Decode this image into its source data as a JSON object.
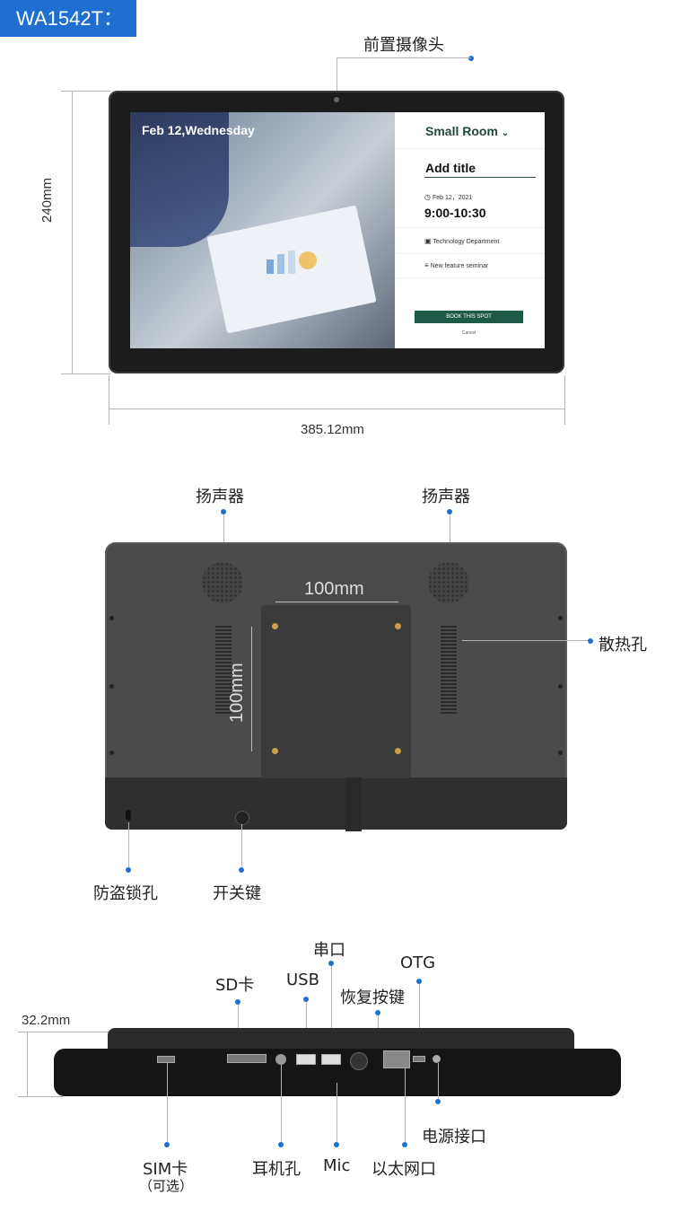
{
  "model": "WA1542T：",
  "front": {
    "camera_label": "前置摄像头",
    "height_dim": "240mm",
    "width_dim": "385.12mm",
    "screen": {
      "hero_date": "Feb 12,Wednesday",
      "room": "Small Room",
      "room_chevron": "⌄",
      "add_title": "Add title",
      "date": "Feb 12，2021",
      "time": "9:00-10:30",
      "department": "Technology Department",
      "seminar": "New feature seminar",
      "book_button": "BOOK THIS SPOT",
      "cancel": "Cancel"
    }
  },
  "back": {
    "speaker_left": "扬声器",
    "speaker_right": "扬声器",
    "vesa_h": "100mm",
    "vesa_v": "100mm",
    "vent_label": "散热孔",
    "lock_label": "防盗锁孔",
    "power_key_label": "开关键"
  },
  "bottom": {
    "thickness": "32.2mm",
    "labels_top": {
      "serial": "串口",
      "otg": "OTG",
      "usb": "USB",
      "sd": "SD卡",
      "reset": "恢复按键"
    },
    "labels_bottom": {
      "power_port": "电源接口",
      "sim": "SIM卡",
      "sim_optional": "（可选）",
      "earphone": "耳机孔",
      "mic": "Mic",
      "ethernet": "以太网口"
    }
  },
  "colors": {
    "accent": "#1f6fd1",
    "panel_green": "#1f4a3c",
    "button_green": "#1f5a48"
  }
}
